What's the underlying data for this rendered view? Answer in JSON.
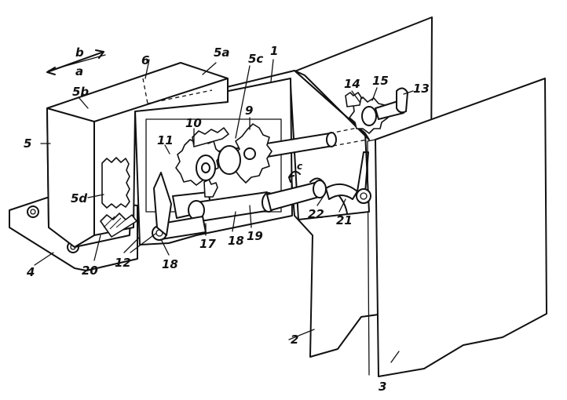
{
  "labels": {
    "l1": "1",
    "l2": "2",
    "l3": "3",
    "l4": "4",
    "l5": "5",
    "l5a": "5a",
    "l5b": "5b",
    "l5c": "5c",
    "l5d": "5d",
    "l6": "6",
    "l9": "9",
    "l10": "10",
    "l11": "11",
    "l12": "12",
    "l13": "13",
    "l14": "14",
    "l15": "15",
    "l17": "17",
    "l18a": "18",
    "l18b": "18",
    "l19": "19",
    "l20": "20",
    "l21": "21",
    "l22": "22",
    "la": "a",
    "lb": "b",
    "lc": "c"
  }
}
